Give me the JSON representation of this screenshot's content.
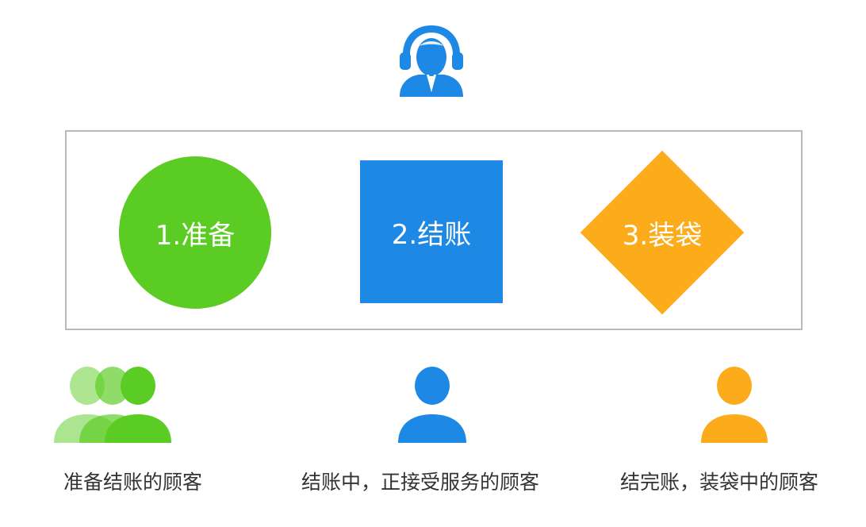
{
  "cashier": {
    "icon": "cashier-icon",
    "color": "#1e88e5"
  },
  "steps": [
    {
      "label": "1.准备",
      "shape": "circle",
      "color": "#5bcc24"
    },
    {
      "label": "2.结账",
      "shape": "square",
      "color": "#1e88e5"
    },
    {
      "label": "3.装袋",
      "shape": "diamond",
      "color": "#fcab1a"
    }
  ],
  "customers": [
    {
      "caption": "准备结账的顾客",
      "icon": "people-group-icon",
      "color": "#5bcc24"
    },
    {
      "caption": "结账中，正接受服务的顾客",
      "icon": "person-icon",
      "color": "#1e88e5"
    },
    {
      "caption": "结完账，装袋中的顾客",
      "icon": "person-icon",
      "color": "#fcab1a"
    }
  ]
}
